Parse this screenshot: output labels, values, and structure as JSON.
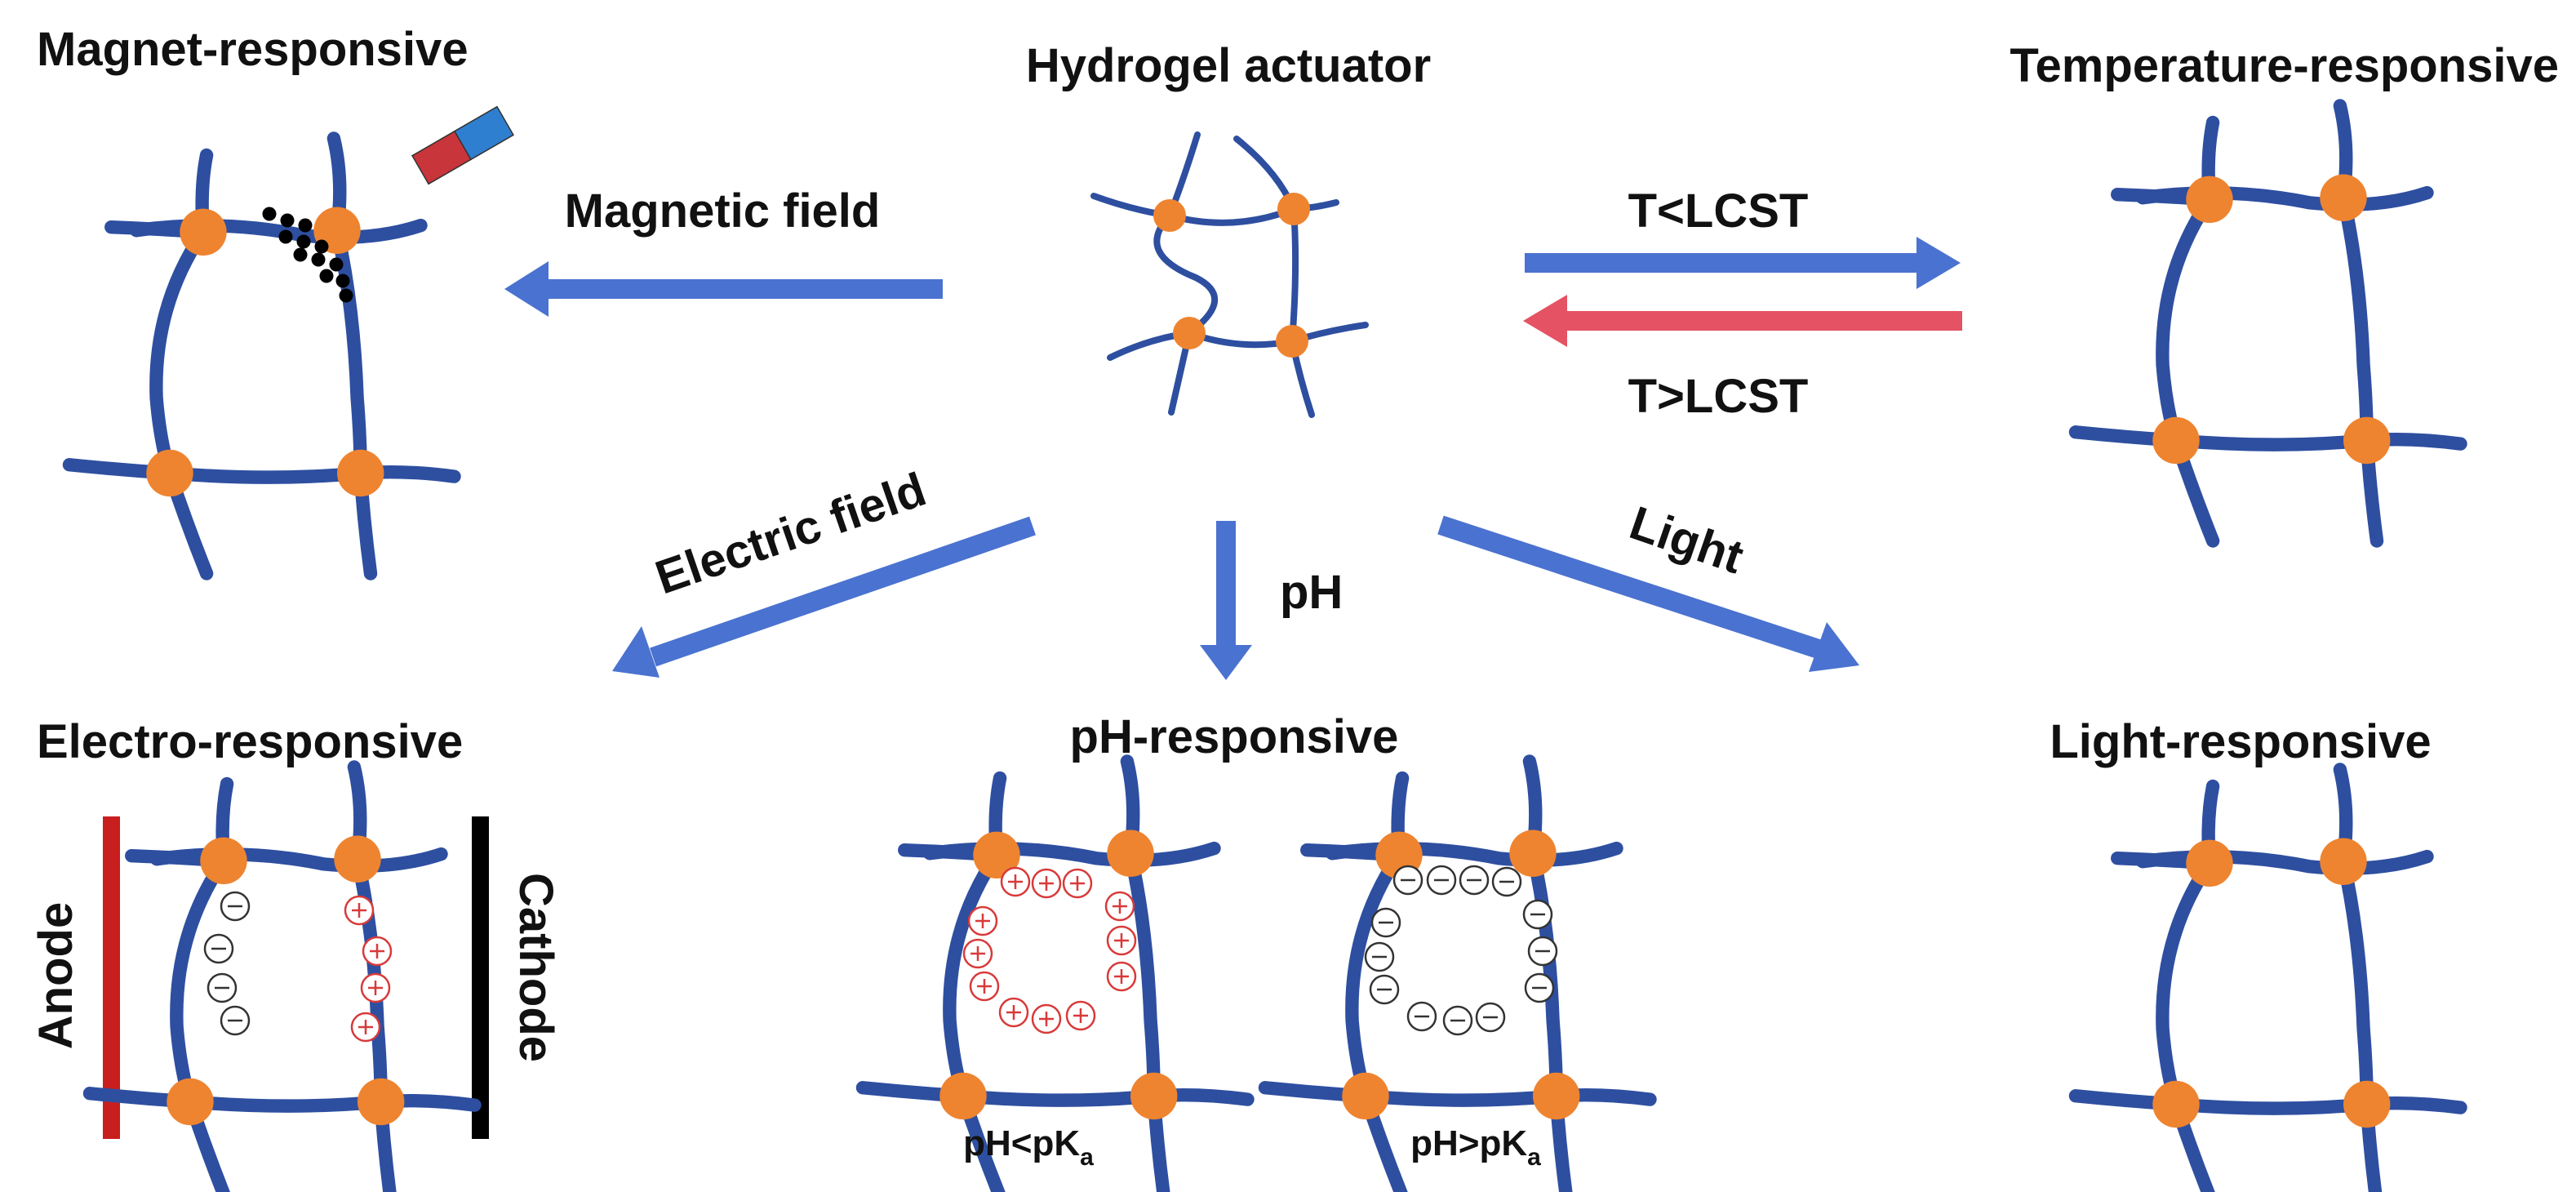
{
  "titles": {
    "magnet": "Magnet-responsive",
    "hydrogel": "Hydrogel actuator",
    "temperature": "Temperature-responsive",
    "electro": "Electro-responsive",
    "ph": "pH-responsive",
    "light": "Light-responsive"
  },
  "arrows": {
    "magnetic": "Magnetic field",
    "t_low": "T<LCST",
    "t_high": "T>LCST",
    "electric": "Electric field",
    "ph": "pH",
    "light": "Light"
  },
  "electrodes": {
    "anode": "Anode",
    "cathode": "Cathode"
  },
  "ph_states": {
    "low_main": "pH<pK",
    "high_main": "pH>pK",
    "sub": "a"
  },
  "colors": {
    "network": "#2e4fa0",
    "crosslink": "#ee8430",
    "arrow_blue": "#4a72d0",
    "arrow_red": "#e45264",
    "anode_bar": "#c81e1e",
    "cathode_bar": "#000000",
    "positive_charge": "#d83a3a",
    "negative_charge": "#333333"
  },
  "icons": {
    "magnet": "bar-magnet-icon",
    "nanoparticles": "magnetic-particle-dots",
    "positive": "plus-circle-icon",
    "negative": "minus-circle-icon"
  }
}
